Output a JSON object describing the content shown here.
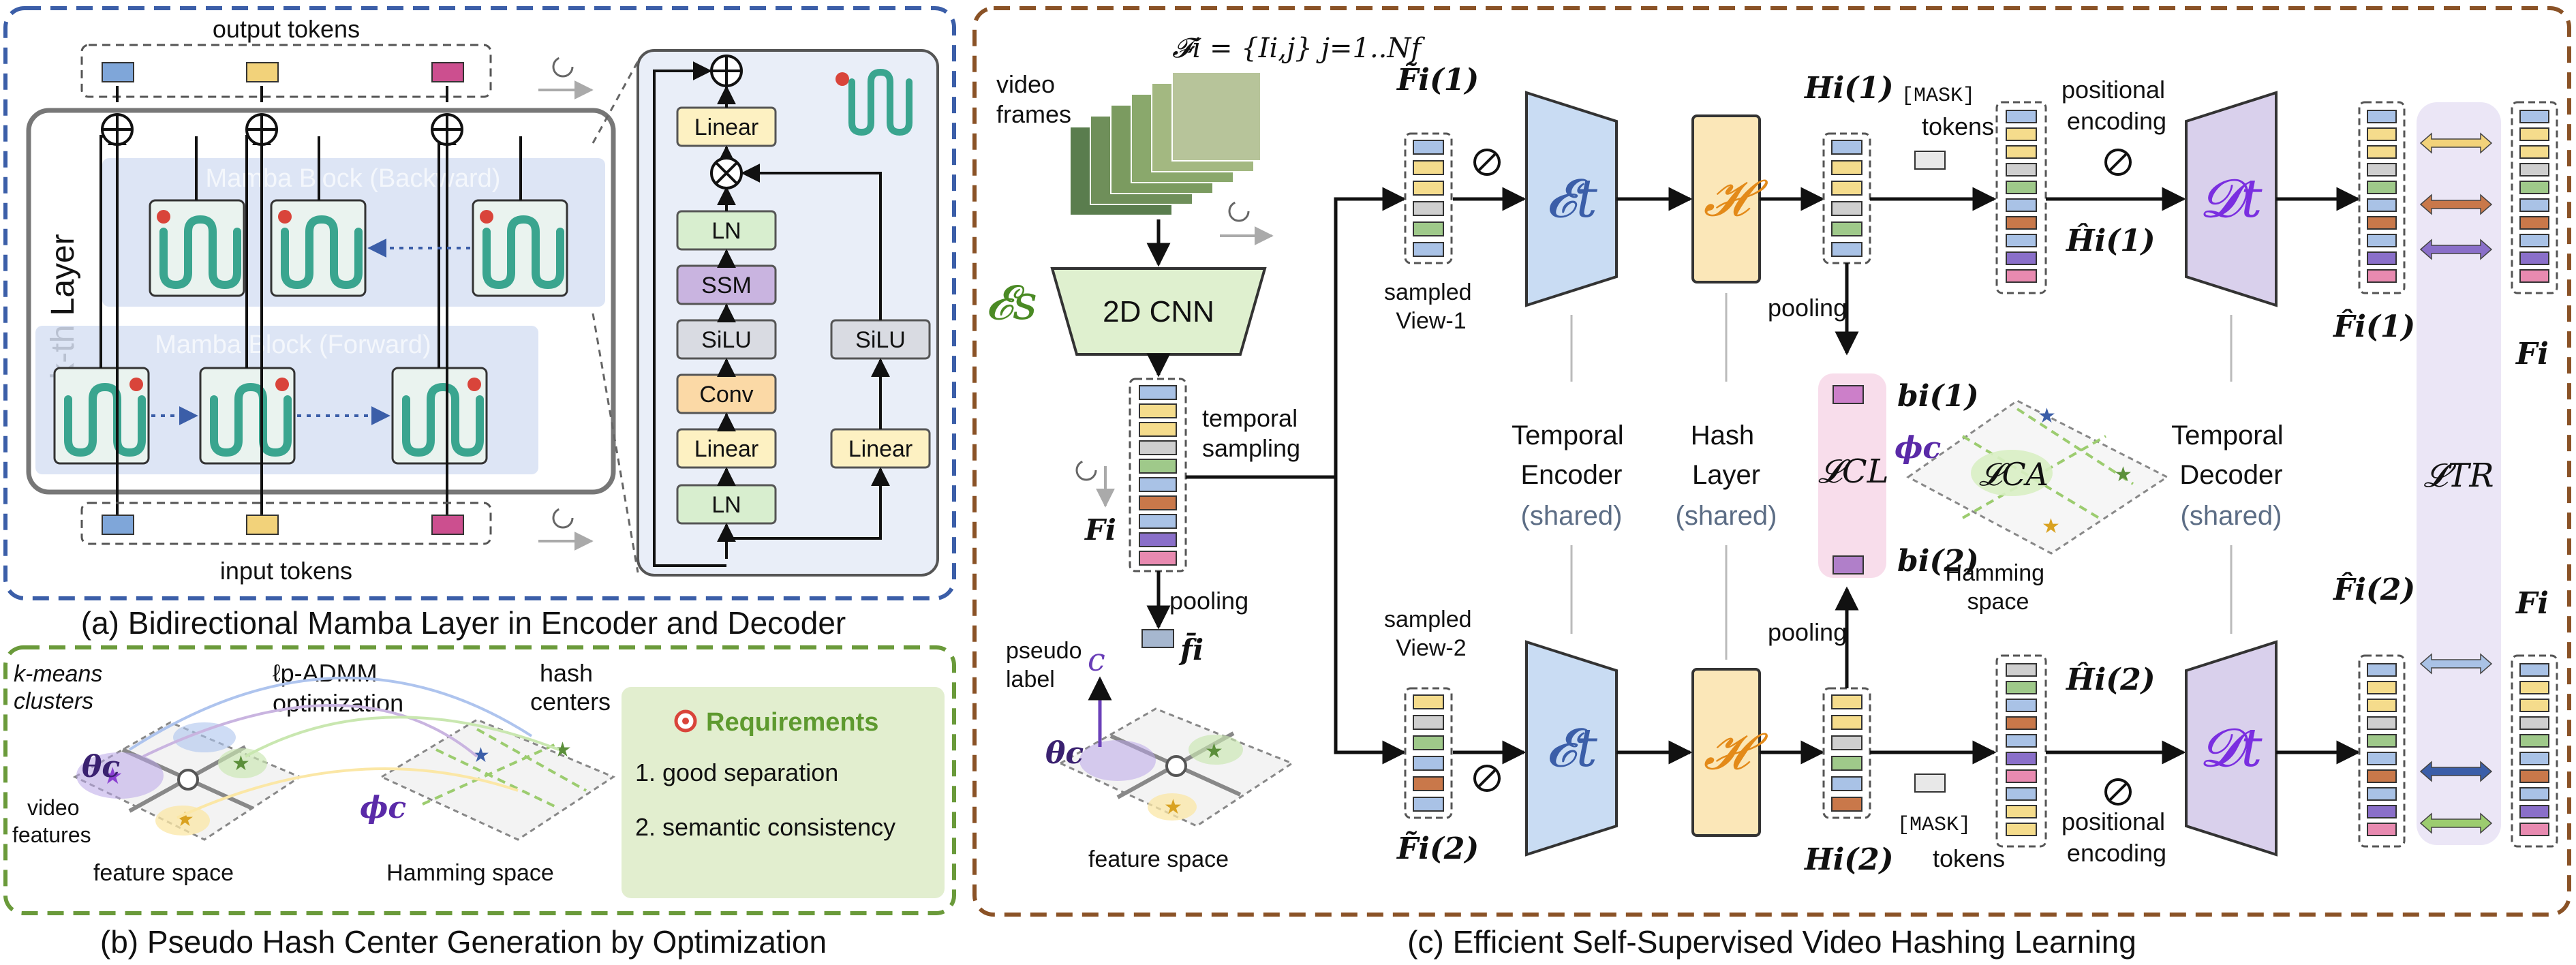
{
  "panel_a": {
    "caption": "(a) Bidirectional Mamba Layer in Encoder and Decoder",
    "output_tokens": "output tokens",
    "input_tokens": "input tokens",
    "layer_label": "k-th Layer",
    "backward_block": "Mamba Block (Backward)",
    "forward_block": "Mamba Block (Forward)",
    "mamba_ops": [
      "Linear",
      "LN",
      "SSM",
      "SiLU",
      "Conv",
      "Linear",
      "LN"
    ],
    "gate_ops": [
      "SiLU",
      "Linear"
    ],
    "token_colors": [
      "#7fa6d9",
      "#f2d27a",
      "#cc4f8f"
    ]
  },
  "panel_b": {
    "caption": "(b) Pseudo Hash Center Generation by Optimization",
    "kmeans_label": "k-means\nclusters",
    "optim_label": "ℓp-ADMM\noptimization",
    "hash_centers_label": "hash\ncenters",
    "theta": "θc",
    "phi": "ϕc",
    "video_features": "video\nfeatures",
    "feature_space": "feature space",
    "hamming_space": "Hamming space",
    "requirements_title": "Requirements",
    "requirements": [
      "1.  good separation",
      "2.  semantic consistency"
    ]
  },
  "panel_c": {
    "caption": "(c) Efficient Self-Supervised Video Hashing Learning",
    "frames_formula": "𝓕i = {Ii,j} j=1..Nf",
    "video_frames": "video\nframes",
    "spatial_encoder": "𝓔s",
    "cnn": "2D CNN",
    "temporal_sampling": "temporal\nsampling",
    "F_i": "Fi",
    "pooling": "pooling",
    "pseudo_label": "pseudo\nlabel",
    "f_bar": "f̄i",
    "c_label": "c",
    "theta": "θc",
    "feature_space": "feature space",
    "view1": "sampled\nView-1",
    "view2": "sampled\nView-2",
    "F_tilde_1": "F̃i(1)",
    "F_tilde_2": "F̃i(2)",
    "encoder_sym": "𝓔t",
    "hash_sym": "𝓗",
    "decoder_sym": "𝓓t",
    "H1": "Hi(1)",
    "H2": "Hi(2)",
    "mask": "[MASK]",
    "tokens": "tokens",
    "positional_encoding": "positional\nencoding",
    "H_hat_1": "Ĥi(1)",
    "H_hat_2": "Ĥi(2)",
    "temporal_encoder": "Temporal\nEncoder",
    "hash_layer": "Hash\nLayer",
    "temporal_decoder": "Temporal\nDecoder",
    "shared": "(shared)",
    "b1": "bi(1)",
    "b2": "bi(2)",
    "phi": "ϕc",
    "loss_cl": "𝓛CL",
    "loss_ca": "𝓛CA",
    "loss_tr": "𝓛TR",
    "hamming_space": "Hamming\nspace",
    "F_hat_1": "F̂i(1)",
    "F_hat_2": "F̂i(2)",
    "F_i_right": "Fi",
    "frame_token_colors": [
      "#a9c2e6",
      "#f5dc8c",
      "#f5dc8c",
      "#cfcfcf",
      "#9fc98a",
      "#a9c2e6",
      "#c9784a",
      "#a9c2e6",
      "#8a6fc9",
      "#e88ab0"
    ]
  },
  "colors": {
    "panel_a_border": "#3b5ea8",
    "panel_b_border": "#6a9a3a",
    "panel_c_border": "#8a5226",
    "encoder_fill": "#c9dcf3",
    "hash_fill": "#fbe7b8",
    "decoder_fill": "#d9d0ec",
    "green_cnn": "#dff0cf"
  }
}
